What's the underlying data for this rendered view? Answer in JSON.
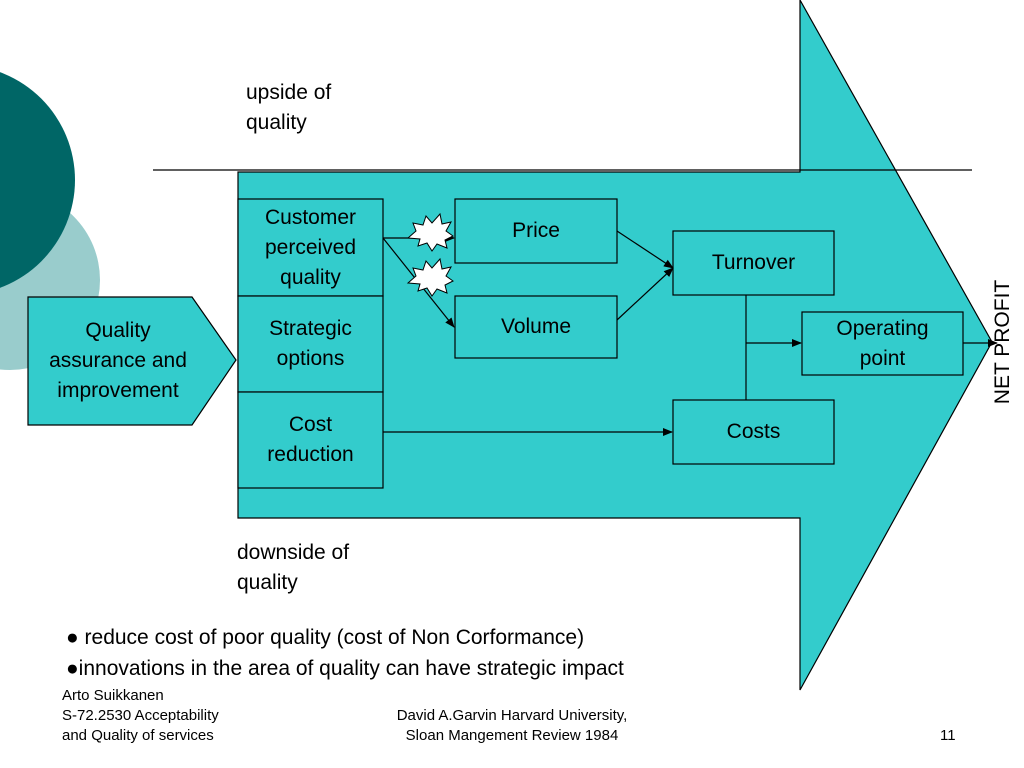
{
  "colors": {
    "arrow_fill": "#33cccc",
    "circle_dark": "#006666",
    "circle_light": "#99cccc",
    "outline": "#000000"
  },
  "diagram": {
    "upside_label": [
      "upside of",
      "quality"
    ],
    "downside_label": [
      "downside of",
      "quality"
    ],
    "input_box": [
      "Quality",
      "assurance and",
      "improvement"
    ],
    "strategy_boxes": {
      "customer": [
        "Customer",
        "perceived",
        "quality"
      ],
      "strategic": [
        "Strategic",
        "options"
      ],
      "cost": [
        "Cost",
        "reduction"
      ]
    },
    "price": "Price",
    "volume": "Volume",
    "turnover": "Turnover",
    "costs": "Costs",
    "operating_point": [
      "Operating",
      "point"
    ],
    "net_profit": "NET PROFIT"
  },
  "bullets": [
    "● reduce cost of poor quality (cost of Non Corformance)",
    "●innovations in the area of quality can have strategic impact"
  ],
  "footer": {
    "author": [
      "Arto Suikkanen",
      "S-72.2530 Acceptability",
      "and Quality of services"
    ],
    "source": [
      "David A.Garvin Harvard University,",
      "Sloan Mangement Review 1984"
    ],
    "page_number": "11"
  }
}
